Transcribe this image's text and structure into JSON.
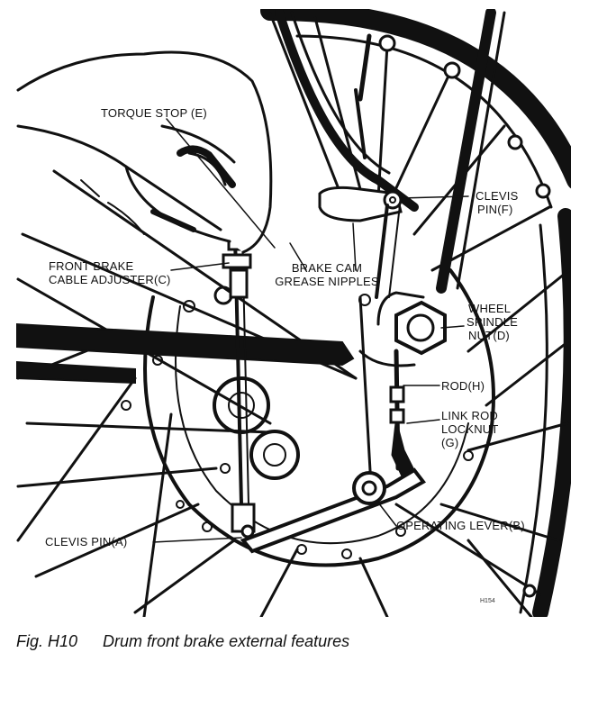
{
  "labels": {
    "torque_stop": "TORQUE STOP (E)",
    "front_brake_line1": "FRONT BRAKE",
    "front_brake_line2": "CABLE ADJUSTER(C)",
    "brake_cam_line1": "BRAKE CAM",
    "brake_cam_line2": "GREASE NIPPLES",
    "clevis_pin_f_line1": "CLEVIS",
    "clevis_pin_f_line2": "PIN(F)",
    "wheel_spindle_line1": "WHEEL",
    "wheel_spindle_line2": "SPINDLE",
    "wheel_spindle_line3": "NUT(D)",
    "rod_h": "ROD(H)",
    "link_rod_line1": "LINK ROD",
    "link_rod_line2": "LOCKNUT",
    "link_rod_line3": "(G)",
    "operating_lever": "OPERATING LEVER(B)",
    "clevis_pin_a": "CLEVIS PIN(A)"
  },
  "caption": {
    "figure": "Fig. H10",
    "title": "Drum front brake external features"
  },
  "artist_mark": "H154",
  "colors": {
    "ink": "#111111",
    "paper": "#ffffff"
  }
}
